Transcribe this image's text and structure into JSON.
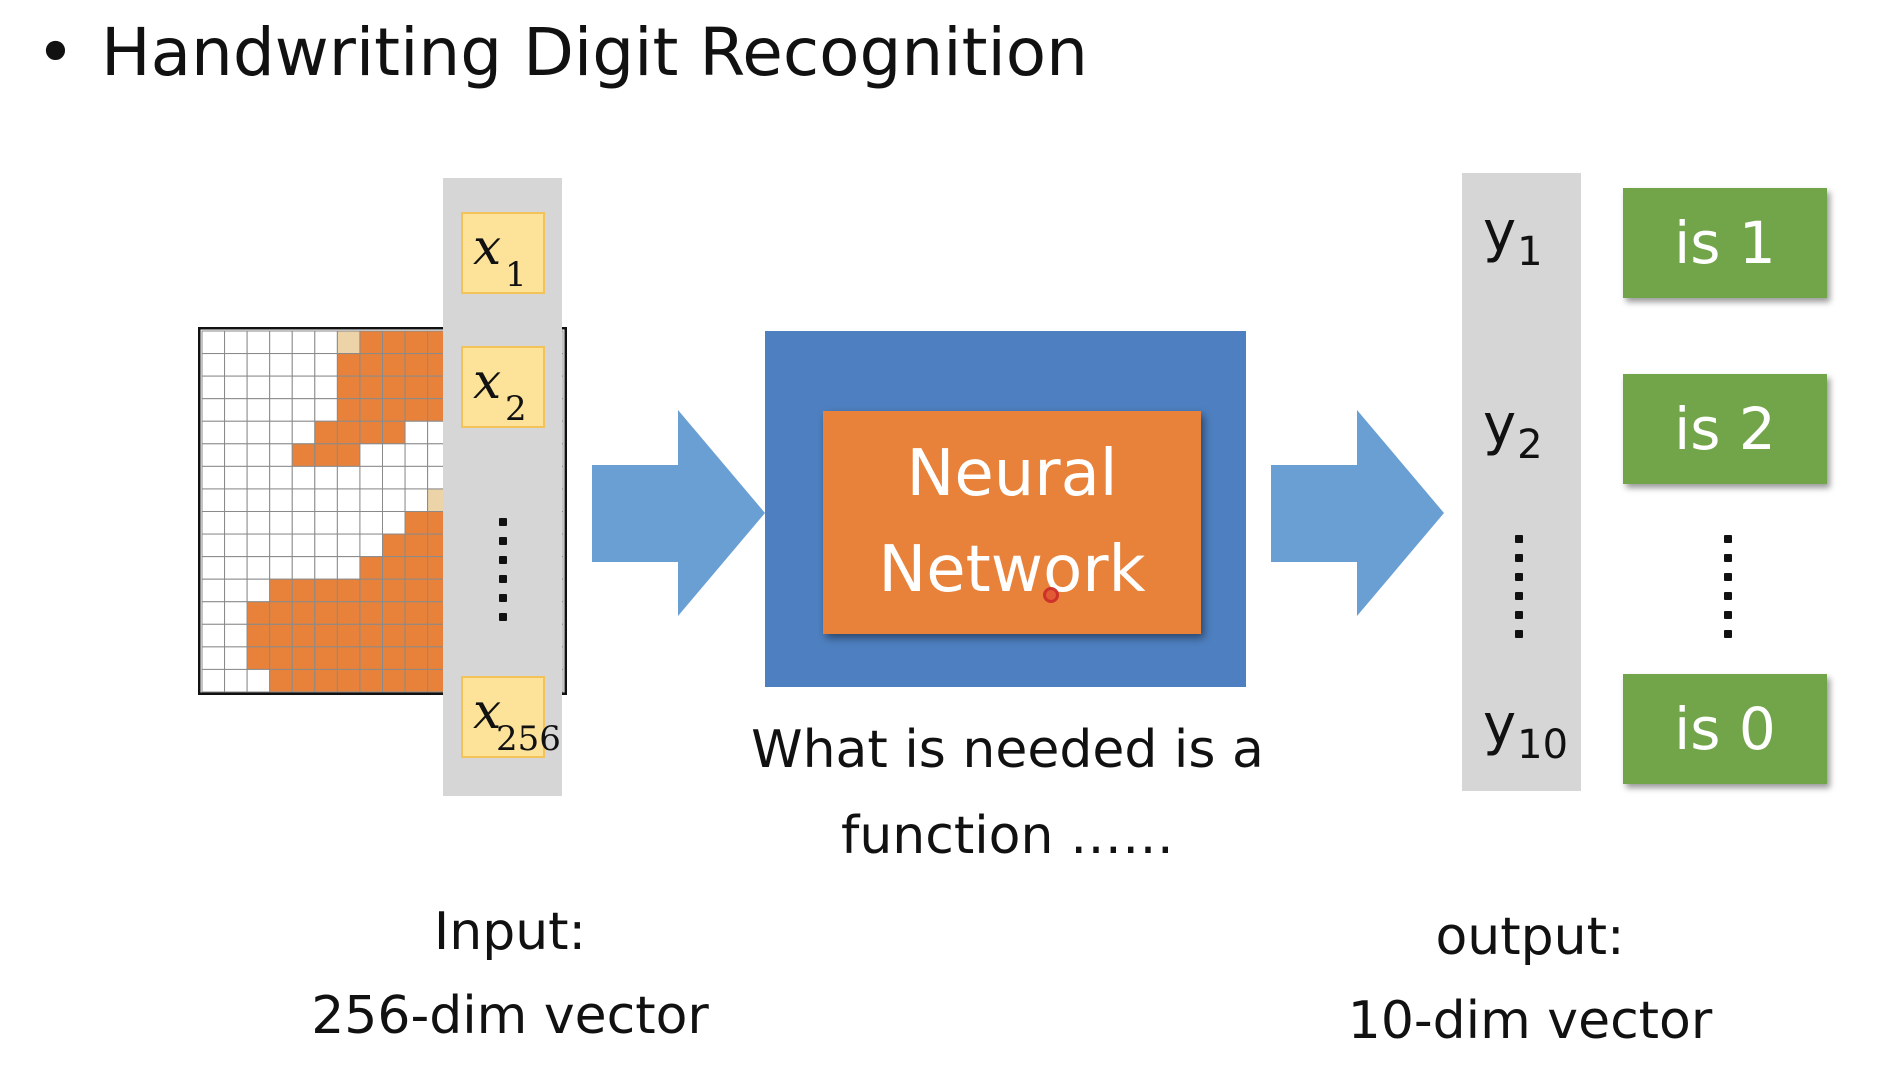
{
  "title": {
    "bullet": "•",
    "text": "Handwriting Digit Recognition"
  },
  "input_vector": {
    "items": [
      {
        "var": "x",
        "sub": "1"
      },
      {
        "var": "x",
        "sub": "2"
      },
      {
        "var": "x",
        "sub": "256"
      }
    ]
  },
  "network": {
    "line1": "Neural",
    "line2": "Network",
    "caption_line1": "What is needed is a",
    "caption_line2": "function ……"
  },
  "output_vector": {
    "items": [
      {
        "var": "y",
        "sub": "1"
      },
      {
        "var": "y",
        "sub": "2"
      },
      {
        "var": "y",
        "sub": "10"
      }
    ]
  },
  "classes": [
    "is 1",
    "is 2",
    "is 0"
  ],
  "input_caption": {
    "line1": "Input:",
    "line2": "256-dim vector"
  },
  "output_caption": {
    "line1": "output:",
    "line2": "10-dim vector"
  },
  "colors": {
    "digit_fill": "#e8823a",
    "digit_partial": "#ecd3a8",
    "arrow": "#6a9fd4",
    "network_outer": "#4e80c1",
    "network_inner": "#e8823a",
    "class_box": "#72a54a",
    "vector_column": "#d6d6d6",
    "x_box": "#fde29a"
  }
}
